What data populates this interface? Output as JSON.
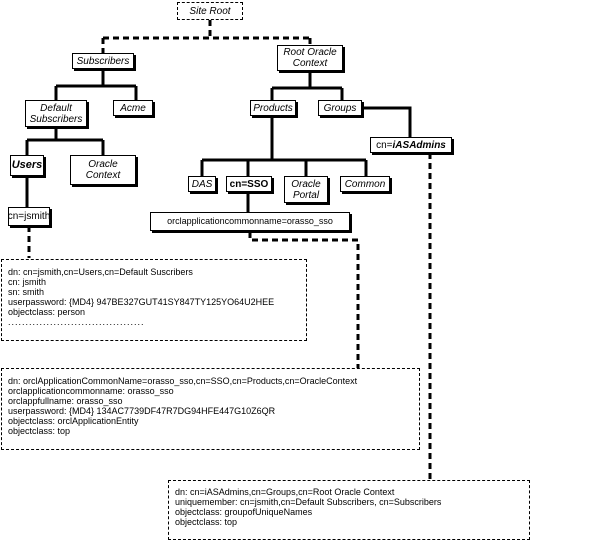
{
  "nodes": {
    "site_root": "Site Root",
    "subscribers": "Subscribers",
    "root_oracle_context": [
      "Root Oracle",
      "Context"
    ],
    "default_subscribers": [
      "Default",
      "Subscribers"
    ],
    "acme": "Acme",
    "products": "Products",
    "groups": "Groups",
    "users": "Users",
    "oracle_context": [
      "Oracle",
      "Context"
    ],
    "iasadmins_prefix": "cn=",
    "iasadmins_name": "iASAdmins",
    "das": "DAS",
    "sso": "cn=SSO",
    "oracle_portal": [
      "Oracle",
      "Portal"
    ],
    "common": "Common",
    "jsmith": "cn=jsmith",
    "orasso": "orclapplicationcommonname=orasso_sso"
  },
  "panels": {
    "user_entry": [
      "dn: cn=jsmith,cn=Users,cn=Default Suscribers",
      "cn: jsmith",
      "sn: smith",
      "userpassword: {MD4} 947BE327GUT41SY847TY125YO64U2HEE",
      "objectclass: person",
      "......................................."
    ],
    "sso_entry": [
      "dn: orclApplicationCommonName=orasso_sso,cn=SSO,cn=Products,cn=OracleContext",
      "orclapplicationcommonname: orasso_sso",
      "orclappfullname: orasso_sso",
      "userpassword: {MD4} 134AC7739DF47R7DG94HFE447G10Z6QR",
      "objectclass: orclApplicationEntity",
      "objectclass: top"
    ],
    "group_entry": [
      "dn: cn=iASAdmins,cn=Groups,cn=Root Oracle Context",
      "uniquemember: cn=jsmith,cn=Default Subscribers, cn=Subscribers",
      "objectclass: groupofUniqueNames",
      "objectclass: top"
    ]
  }
}
